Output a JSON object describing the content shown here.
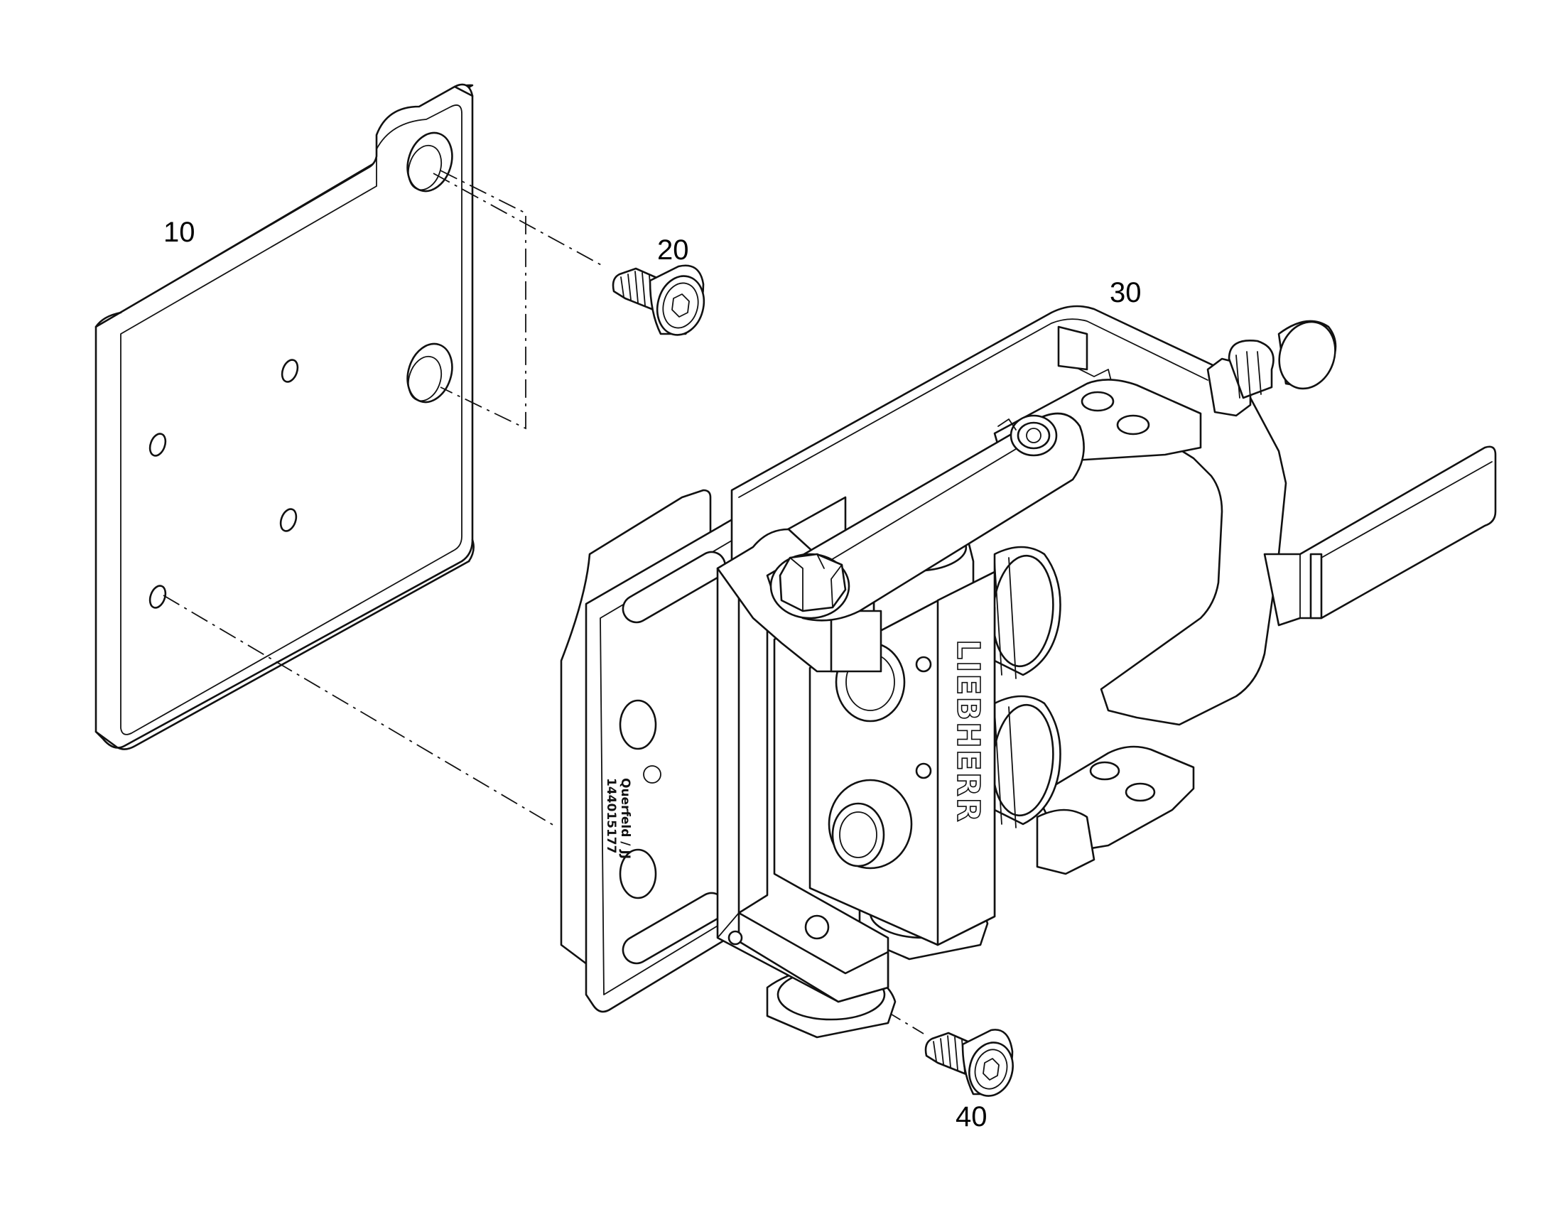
{
  "callouts": {
    "plate": "10",
    "screw_top": "20",
    "assembly": "30",
    "screw_bottom": "40"
  },
  "engraving": {
    "brand": "LIEBHERR",
    "stamp_line1": "Querfeld / JJ",
    "stamp_line2": "144015177"
  }
}
